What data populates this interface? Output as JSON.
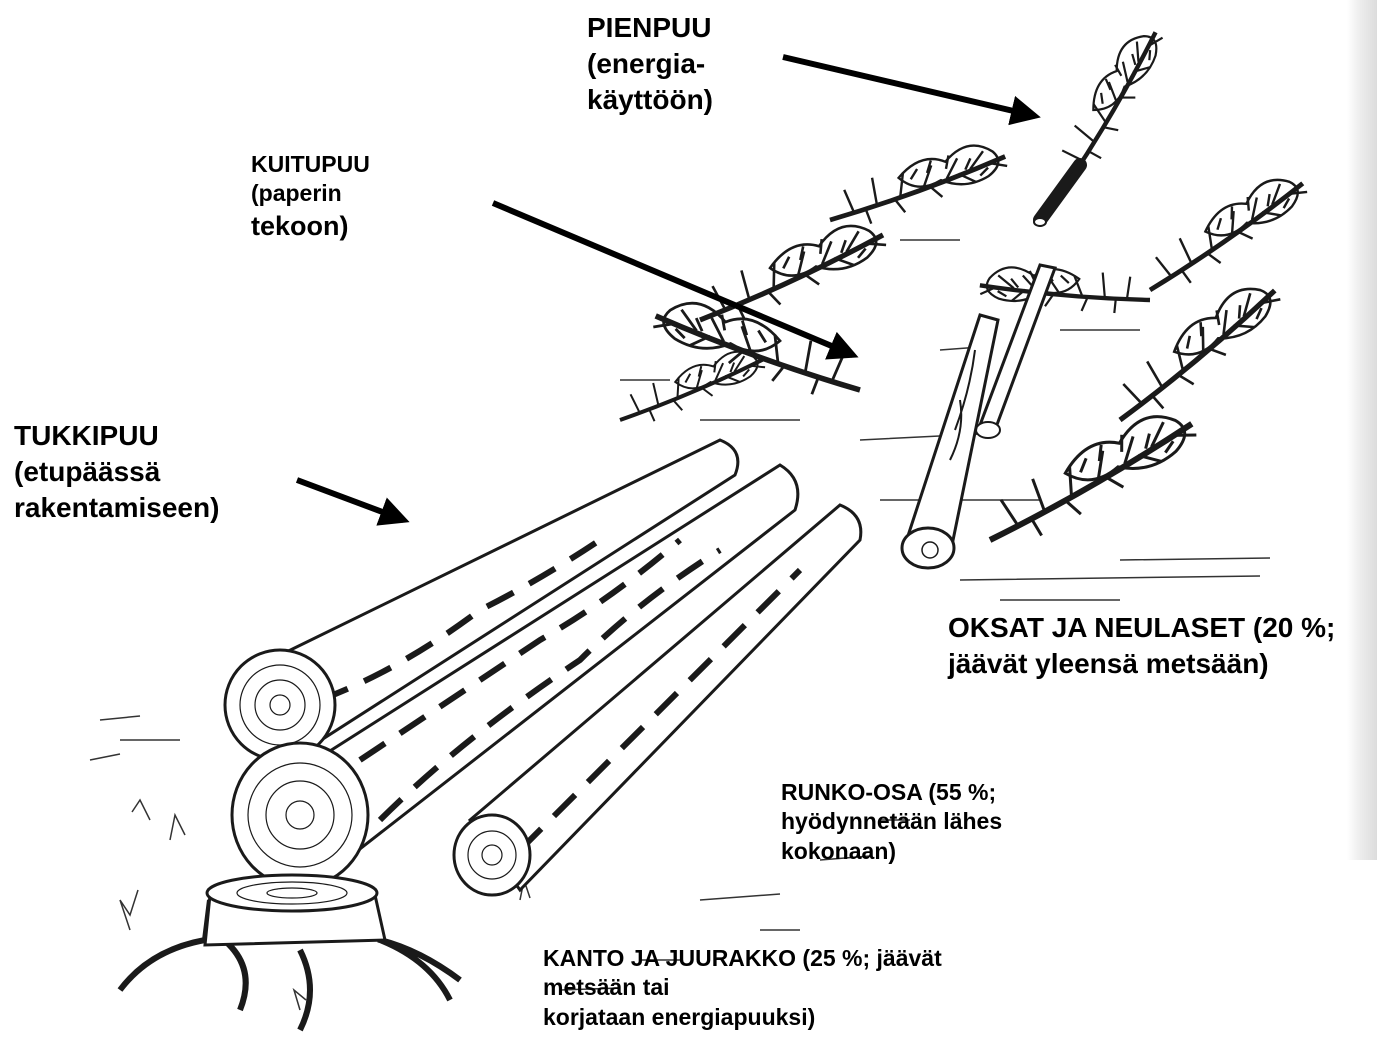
{
  "labels": {
    "pienpuu": {
      "line1": "PIENPUU",
      "line2": "(energia-",
      "line3": "käyttöön)"
    },
    "kuitupuu": {
      "line1": "KUITUPUU",
      "line2": "(paperin",
      "line3": "tekoon)"
    },
    "tukkipuu": {
      "line1": "TUKKIPUU",
      "line2": "(etupäässä",
      "line3": "rakentamiseen)"
    },
    "oksat": {
      "line1": "OKSAT JA NEULASET (20 %;",
      "line2": "jäävät yleensä metsään)"
    },
    "runko": {
      "line1": "RUNKO-OSA (55 %;",
      "line2": "hyödynnetään lähes",
      "line3": "kokonaan)"
    },
    "kanto": {
      "line1": "KANTO JA JUURAKKO (25 %; jäävät",
      "line2": "metsään tai",
      "line3": "korjataan energiapuuksi)"
    }
  },
  "colors": {
    "ink": "#000000",
    "sketch": "#1a1a1a",
    "background": "#ffffff"
  }
}
